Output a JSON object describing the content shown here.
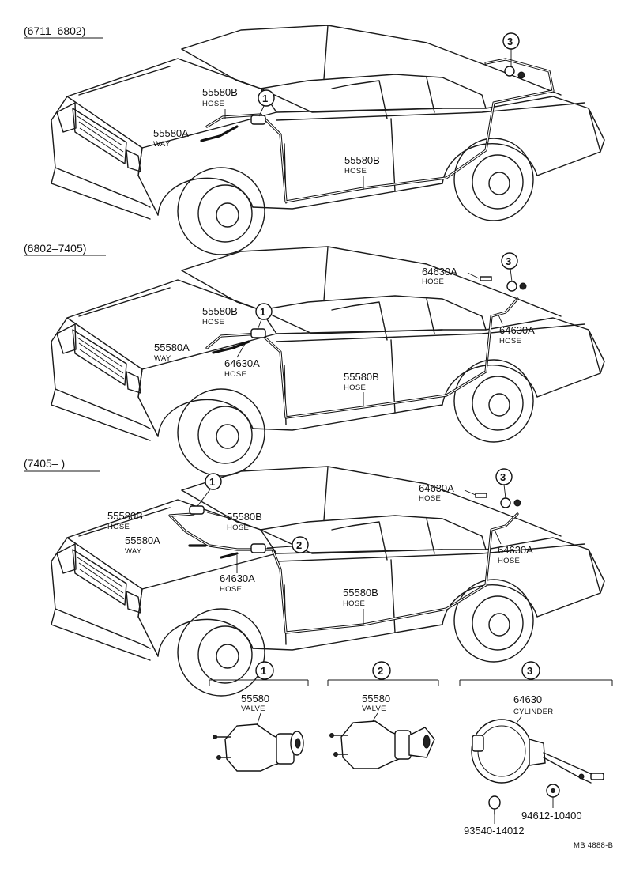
{
  "views": [
    {
      "period": "(6711–6802)",
      "labels": [
        {
          "part": "55580B",
          "desc": "HOSE"
        },
        {
          "part": "55580A",
          "desc": "WAY"
        },
        {
          "part": "55580B",
          "desc": "HOSE"
        }
      ],
      "callouts": [
        "1",
        "3"
      ]
    },
    {
      "period": "(6802–7405)",
      "labels": [
        {
          "part": "55580B",
          "desc": "HOSE"
        },
        {
          "part": "55580A",
          "desc": "WAY"
        },
        {
          "part": "64630A",
          "desc": "HOSE"
        },
        {
          "part": "64630A",
          "desc": "HOSE"
        },
        {
          "part": "64630A",
          "desc": "HOSE"
        },
        {
          "part": "55580B",
          "desc": "HOSE"
        }
      ],
      "callouts": [
        "1",
        "3"
      ]
    },
    {
      "period": "(7405–      )",
      "labels": [
        {
          "part": "55580B",
          "desc": "HOSE"
        },
        {
          "part": "55580B",
          "desc": "HOSE"
        },
        {
          "part": "55580A",
          "desc": "WAY"
        },
        {
          "part": "64630A",
          "desc": "HOSE"
        },
        {
          "part": "64630A",
          "desc": "HOSE"
        },
        {
          "part": "64630A",
          "desc": "HOSE"
        },
        {
          "part": "55580B",
          "desc": "HOSE"
        }
      ],
      "callouts": [
        "1",
        "2",
        "3"
      ]
    }
  ],
  "details": [
    {
      "callout": "1",
      "part": "55580",
      "desc": "VALVE"
    },
    {
      "callout": "2",
      "part": "55580",
      "desc": "VALVE"
    },
    {
      "callout": "3",
      "part": "64630",
      "desc": "CYLINDER",
      "extra": [
        "93540-14012",
        "94612-10400"
      ]
    }
  ],
  "footer_code": "MB 4888-B"
}
